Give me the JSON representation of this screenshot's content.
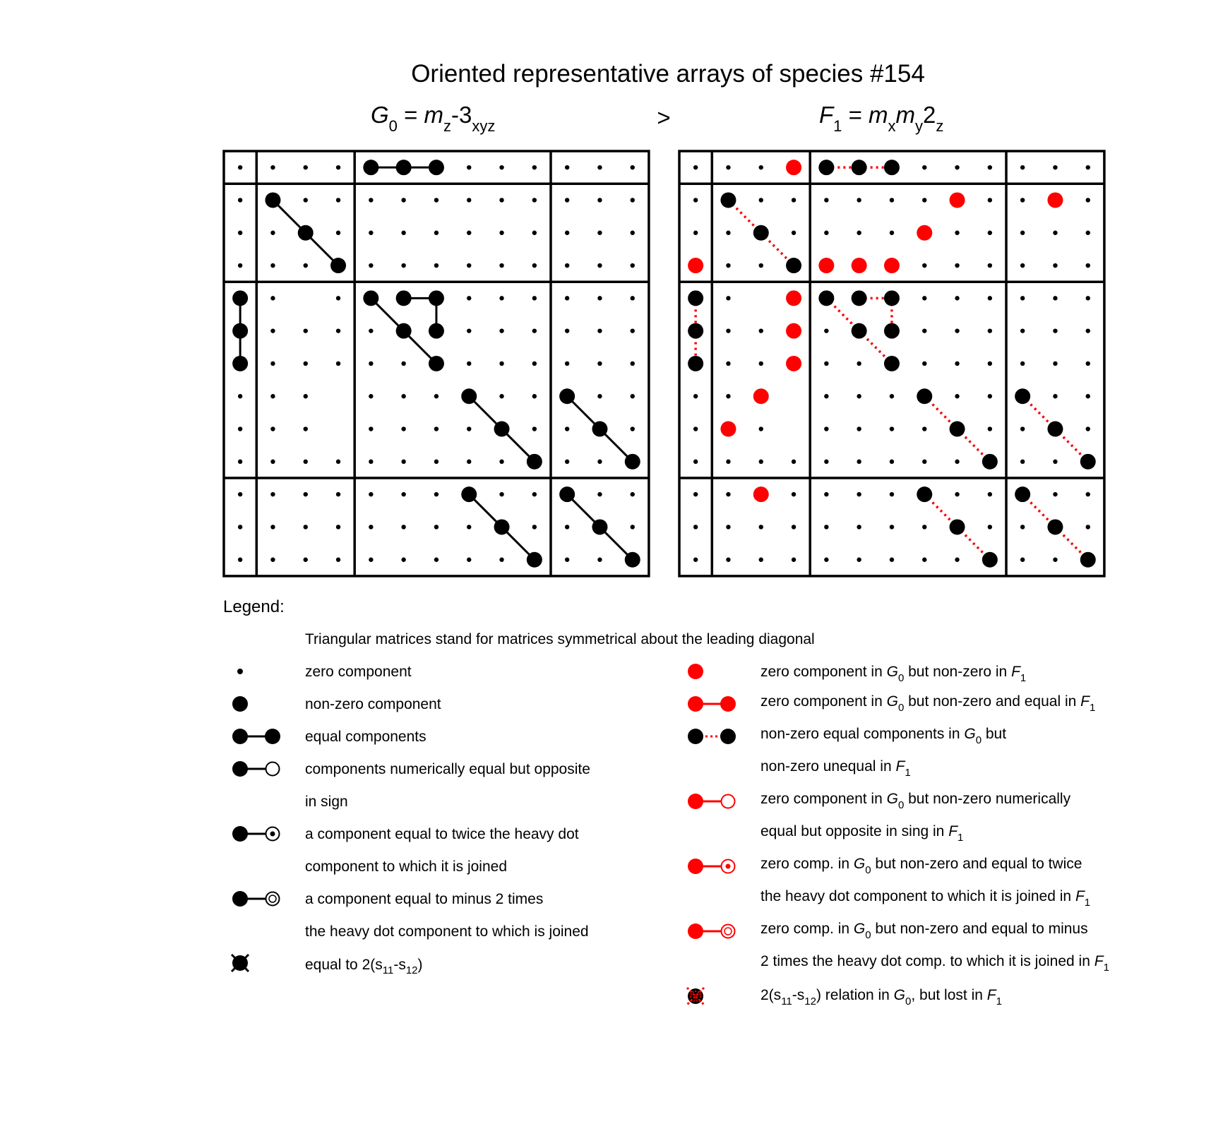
{
  "title": "Oriented representative arrays of species #154",
  "left_label": {
    "a": "G",
    "a_sub": "0",
    "eq": " = ",
    "m": "m",
    "m_sub": "z",
    "rest": "-3",
    "rest_sub": "xyz"
  },
  "relation": ">",
  "right_label": {
    "a": "F",
    "a_sub": "1",
    "eq": " = ",
    "m1": "m",
    "m1_sub": "x",
    "m2": "m",
    "m2_sub": "y",
    "rest": "2",
    "rest_sub": "z"
  },
  "legend_title": "Legend:",
  "legend_note": "Triangular matrices stand for matrices symmetrical about the leading diagonal",
  "legend_left": [
    "zero component",
    "non-zero component",
    "equal components",
    "components numerically equal but opposite",
    "in sign",
    "a component equal to twice the heavy dot",
    "component to which it is joined",
    "a component equal to minus 2 times",
    "the heavy dot component to which is joined"
  ],
  "legend_left_last": {
    "pre": "equal to 2(s",
    "s1": "11",
    "mid": "-s",
    "s2": "12",
    "post": ")"
  },
  "legend_right": [
    {
      "t1": "zero component in ",
      "g": "G",
      "gs": "0",
      "t2": " but non-zero in ",
      "f": "F",
      "fs": "1",
      "t3": ""
    },
    {
      "t1": "zero component in ",
      "g": "G",
      "gs": "0",
      "t2": " but non-zero and equal in ",
      "f": "F",
      "fs": "1",
      "t3": ""
    },
    {
      "t1": "non-zero equal components in ",
      "g": "G",
      "gs": "0",
      "t2": " but",
      "f": "",
      "fs": "",
      "t3": ""
    },
    {
      "t1": "non-zero unequal in ",
      "g": "",
      "gs": "",
      "t2": "",
      "f": "F",
      "fs": "1",
      "t3": ""
    },
    {
      "t1": "zero component in ",
      "g": "G",
      "gs": "0",
      "t2": " but non-zero numerically",
      "f": "",
      "fs": "",
      "t3": ""
    },
    {
      "t1": "equal but opposite in sing in ",
      "g": "",
      "gs": "",
      "t2": "",
      "f": "F",
      "fs": "1",
      "t3": ""
    },
    {
      "t1": "zero comp. in ",
      "g": "G",
      "gs": "0",
      "t2": " but non-zero and equal to twice",
      "f": "",
      "fs": "",
      "t3": ""
    },
    {
      "t1": "the heavy dot component to which it is joined in ",
      "g": "",
      "gs": "",
      "t2": "",
      "f": "F",
      "fs": "1",
      "t3": ""
    },
    {
      "t1": "zero comp. in ",
      "g": "G",
      "gs": "0",
      "t2": " but non-zero and equal to minus",
      "f": "",
      "fs": "",
      "t3": ""
    },
    {
      "t1": "2 times the heavy dot comp. to which it is joined in ",
      "g": "",
      "gs": "",
      "t2": "",
      "f": "F",
      "fs": "1",
      "t3": ""
    }
  ],
  "legend_right_last": {
    "pre": "2(s",
    "s1": "11",
    "mid": "-s",
    "s2": "12",
    "post": ") relation in ",
    "g": "G",
    "gs": "0",
    "t2": ", but lost in ",
    "f": "F",
    "fs": "1"
  },
  "colors": {
    "black": "#000000",
    "red": "#ff0000"
  },
  "left_matrix": {
    "missing": [
      "4,2",
      "7,3",
      "8,3"
    ],
    "big": [
      "0,4",
      "0,5",
      "0,6",
      "1,1",
      "2,2",
      "3,3",
      "4,0",
      "5,0",
      "6,0",
      "4,4",
      "4,5",
      "4,6",
      "5,5",
      "5,6",
      "6,6",
      "7,7",
      "8,8",
      "9,9",
      "7,10",
      "8,11",
      "9,12",
      "10,7",
      "11,8",
      "12,9",
      "10,10",
      "11,11",
      "12,12"
    ],
    "links": [
      [
        "0,4",
        "0,5"
      ],
      [
        "0,5",
        "0,6"
      ],
      [
        "1,1",
        "2,2"
      ],
      [
        "2,2",
        "3,3"
      ],
      [
        "4,0",
        "5,0"
      ],
      [
        "5,0",
        "6,0"
      ],
      [
        "4,4",
        "5,5"
      ],
      [
        "5,5",
        "6,6"
      ],
      [
        "4,5",
        "4,6"
      ],
      [
        "4,6",
        "5,6"
      ],
      [
        "7,7",
        "8,8"
      ],
      [
        "8,8",
        "9,9"
      ],
      [
        "7,10",
        "8,11"
      ],
      [
        "8,11",
        "9,12"
      ],
      [
        "10,7",
        "11,8"
      ],
      [
        "11,8",
        "12,9"
      ],
      [
        "10,10",
        "11,11"
      ],
      [
        "11,11",
        "12,12"
      ]
    ],
    "red": [],
    "dotted": []
  },
  "right_matrix": {
    "missing": [
      "4,2",
      "7,3",
      "8,3"
    ],
    "big": [
      "0,4",
      "0,5",
      "0,6",
      "1,1",
      "2,2",
      "3,3",
      "4,0",
      "5,0",
      "6,0",
      "4,4",
      "4,5",
      "4,6",
      "5,5",
      "5,6",
      "6,6",
      "7,7",
      "8,8",
      "9,9",
      "7,10",
      "8,11",
      "9,12",
      "10,7",
      "11,8",
      "12,9",
      "10,10",
      "11,11",
      "12,12"
    ],
    "links": [],
    "red": [
      "0,3",
      "1,8",
      "1,11",
      "2,7",
      "3,0",
      "3,4",
      "3,5",
      "3,6",
      "4,3",
      "5,3",
      "6,3",
      "7,2",
      "8,1",
      "10,2"
    ],
    "dotted": [
      [
        "0,4",
        "0,5"
      ],
      [
        "0,5",
        "0,6"
      ],
      [
        "1,1",
        "2,2"
      ],
      [
        "2,2",
        "3,3"
      ],
      [
        "4,0",
        "5,0"
      ],
      [
        "5,0",
        "6,0"
      ],
      [
        "4,4",
        "5,5"
      ],
      [
        "5,5",
        "6,6"
      ],
      [
        "4,5",
        "4,6"
      ],
      [
        "4,6",
        "5,6"
      ],
      [
        "7,7",
        "8,8"
      ],
      [
        "8,8",
        "9,9"
      ],
      [
        "7,10",
        "8,11"
      ],
      [
        "8,11",
        "9,12"
      ],
      [
        "10,7",
        "11,8"
      ],
      [
        "11,8",
        "12,9"
      ],
      [
        "10,10",
        "11,11"
      ],
      [
        "11,11",
        "12,12"
      ]
    ]
  }
}
